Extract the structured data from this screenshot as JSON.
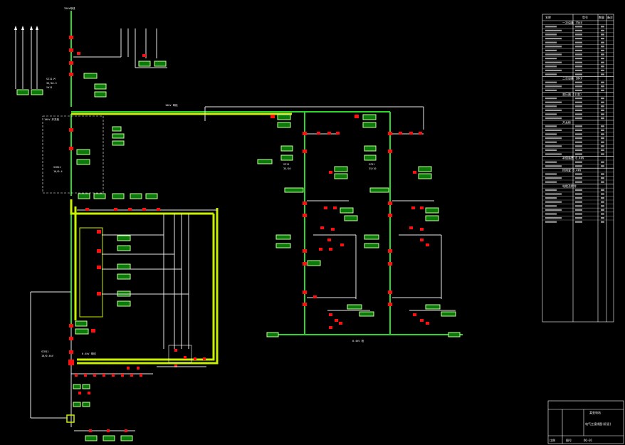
{
  "drawing": {
    "top_label": "35kV母线",
    "bus_main_label": "10kV 母线",
    "bus_secondary_label": "0.4kV 母线",
    "bottom_bus_label": "0.4kV 段"
  },
  "legend": {
    "headers": [
      "名称",
      "型号",
      "数量",
      "备注"
    ],
    "sections": [
      {
        "title": "一次设备 35kV",
        "rows": 13
      },
      {
        "title": "二次设备 10kV",
        "rows": 3
      },
      {
        "title": "变压器 (主变)",
        "rows": 6
      },
      {
        "title": "开关柜",
        "rows": 8
      },
      {
        "title": "补偿装置 0.4kV",
        "rows": 2
      },
      {
        "title": "所用变 0.4kV",
        "rows": 3
      },
      {
        "title": "电缆及附件",
        "rows": 9
      }
    ]
  },
  "title_block": {
    "project": "某变电站",
    "drawing_title": "电气主接线图(初设)",
    "drawing_no": "DQ-01",
    "scale_label": "比例",
    "sheet_label": "图号"
  }
}
